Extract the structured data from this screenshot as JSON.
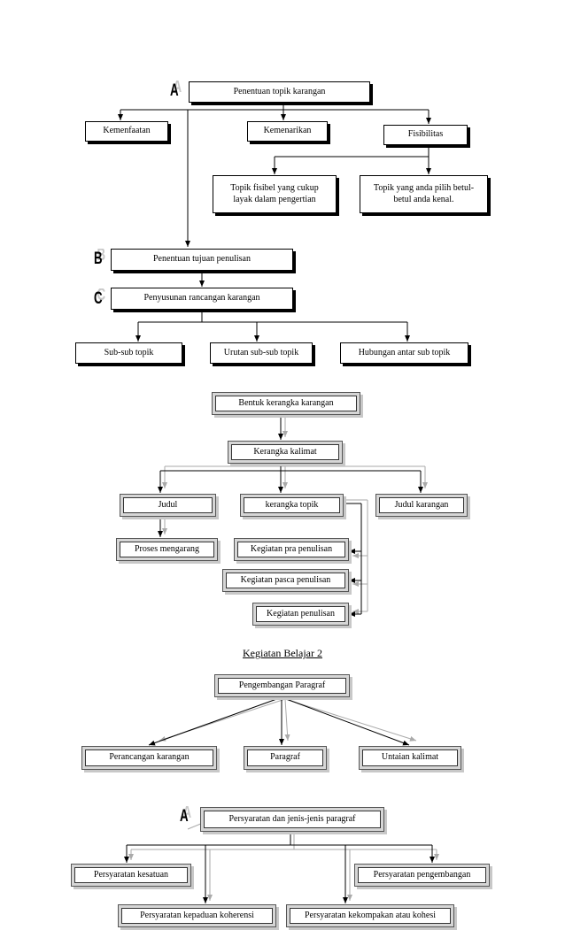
{
  "section_letters": {
    "a1": "A",
    "b": "B",
    "c": "C",
    "a2": "A"
  },
  "diagram1": {
    "root": "Penentuan topik karangan",
    "kemenfaatan": "Kemenfaatan",
    "kemenarikan": "Kemenarikan",
    "fisibilitas": "Fisibilitas",
    "topik_fisibel": "Topik fisibel yang cukup layak dalam pengertian",
    "topik_pilih": "Topik yang anda pilih betul-betul anda kenal.",
    "tujuan": "Penentuan tujuan penulisan",
    "rancangan": "Penyusunan rancangan karangan",
    "subtopik": "Sub-sub topik",
    "urutan": "Urutan sub-sub topik",
    "hubungan": "Hubungan antar sub topik"
  },
  "diagram2": {
    "bentuk": "Bentuk kerangka karangan",
    "kalimat": "Kerangka kalimat",
    "judul": "Judul",
    "kerangka_topik": "kerangka topik",
    "judul_karangan": "Judul karangan",
    "proses": "Proses mengarang",
    "pra": "Kegiatan pra penulisan",
    "pasca": "Kegiatan pasca penulisan",
    "penulisan": "Kegiatan penulisan"
  },
  "heading": "Kegiatan Belajar 2",
  "diagram3": {
    "pengembangan": "Pengembangan Paragraf",
    "perancangan": "Perancangan karangan",
    "paragraf": "Paragraf",
    "untaian": "Untaian kalimat"
  },
  "diagram4": {
    "persyaratan": "Persyaratan dan jenis-jenis paragraf",
    "kesatuan": "Persyaratan kesatuan",
    "pengembangan": "Persyaratan pengembangan",
    "kepaduan": "Persyaratan kepaduan koherensi",
    "kekompakan": "Persyaratan kekompakan atau kohesi"
  }
}
